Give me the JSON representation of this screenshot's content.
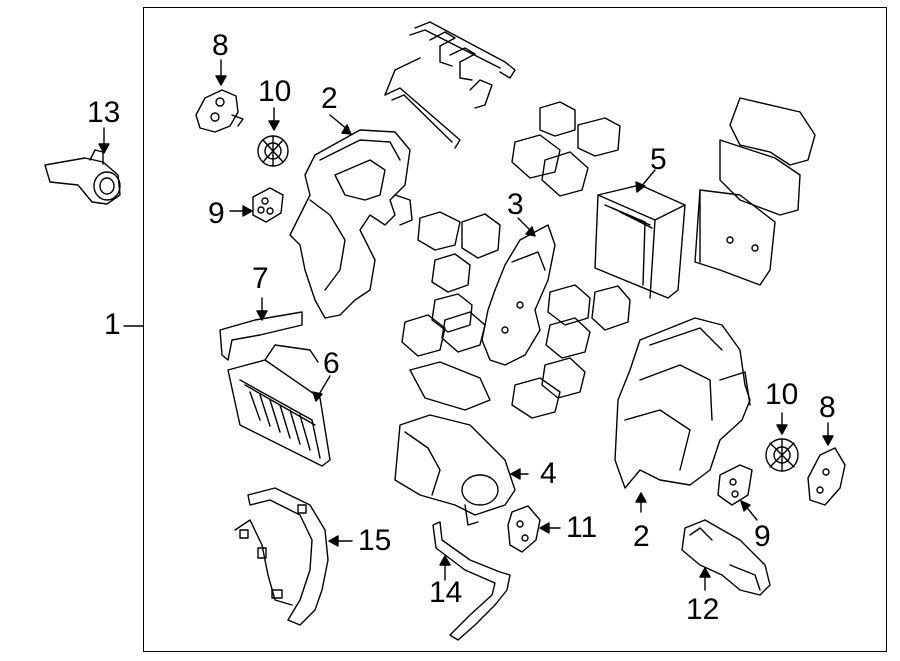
{
  "diagram": {
    "callouts": [
      {
        "id": "1",
        "label": "1",
        "part": "assembly-frame"
      },
      {
        "id": "2a",
        "label": "2",
        "part": "upper-case-left"
      },
      {
        "id": "2b",
        "label": "2",
        "part": "lower-case-right"
      },
      {
        "id": "3",
        "label": "3",
        "part": "center-bracket"
      },
      {
        "id": "4",
        "label": "4",
        "part": "blower-housing"
      },
      {
        "id": "5",
        "label": "5",
        "part": "evaporator-core"
      },
      {
        "id": "6",
        "label": "6",
        "part": "heater-core"
      },
      {
        "id": "7",
        "label": "7",
        "part": "heater-tube"
      },
      {
        "id": "8a",
        "label": "8",
        "part": "actuator-left"
      },
      {
        "id": "8b",
        "label": "8",
        "part": "actuator-right"
      },
      {
        "id": "9a",
        "label": "9",
        "part": "link-left"
      },
      {
        "id": "9b",
        "label": "9",
        "part": "link-right"
      },
      {
        "id": "10a",
        "label": "10",
        "part": "motor-left"
      },
      {
        "id": "10b",
        "label": "10",
        "part": "motor-right"
      },
      {
        "id": "11",
        "label": "11",
        "part": "bracket-small"
      },
      {
        "id": "12",
        "label": "12",
        "part": "duct-elbow"
      },
      {
        "id": "13",
        "label": "13",
        "part": "sensor"
      },
      {
        "id": "14",
        "label": "14",
        "part": "drain-hose"
      },
      {
        "id": "15",
        "label": "15",
        "part": "wire-harness"
      }
    ]
  },
  "colors": {
    "line": "#000000",
    "background": "#ffffff"
  }
}
